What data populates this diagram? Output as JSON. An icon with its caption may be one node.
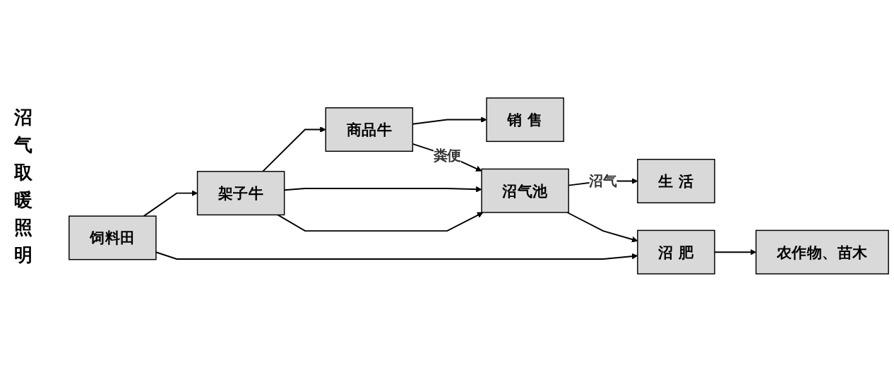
{
  "diagram": {
    "nodes": [
      {
        "text": [
          "饲料田"
        ]
      },
      {
        "text": [
          "架子牛"
        ]
      },
      {
        "text": [
          "商品牛"
        ]
      },
      {
        "text": [
          "销 售"
        ]
      },
      {
        "text": [
          "沼气池"
        ]
      },
      {
        "text": [
          "生 活"
        ]
      },
      {
        "text": [
          "沼 肥"
        ]
      },
      {
        "text": [
          "农作物、苗木"
        ]
      }
    ],
    "edges": [
      {
        "from": 0,
        "to": 1,
        "arrow": "to"
      },
      {
        "from": 1,
        "to": 2,
        "arrow": "to"
      },
      {
        "from": 2,
        "to": 3,
        "arrow": "to"
      },
      {
        "from": 1,
        "to": 4,
        "arrow": "to"
      },
      {
        "from": 1,
        "to": 4,
        "arrow": "to"
      },
      {
        "from": 2,
        "to": 4,
        "arrow": "to",
        "label": "粪便"
      },
      {
        "from": 4,
        "to": 5,
        "arrow": "to",
        "label": "沼气"
      },
      {
        "from": 4,
        "to": 6,
        "arrow": "to"
      },
      {
        "from": 0,
        "to": 6,
        "arrow": "to"
      },
      {
        "from": 6,
        "to": 7,
        "arrow": "to"
      }
    ],
    "labels": [
      "沼气取暖照明"
    ]
  }
}
